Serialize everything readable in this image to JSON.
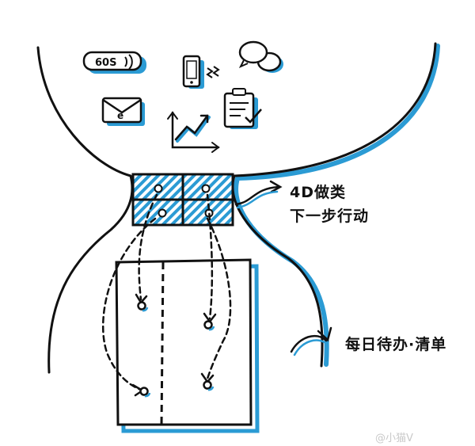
{
  "icons": {
    "message_bubble_text": "60S",
    "names": [
      "voice-message-icon",
      "phone-vibrate-icon",
      "chat-bubbles-icon",
      "mail-icon",
      "growth-chart-icon",
      "clipboard-check-icon"
    ]
  },
  "labels": {
    "focus_line1": "4D做类",
    "focus_line2": "下一步行动",
    "daily_todo": "每日待办·清单"
  },
  "watermark": "@小猫V",
  "colors": {
    "ink": "#111111",
    "accent": "#2b9bd4",
    "paper": "#ffffff"
  }
}
